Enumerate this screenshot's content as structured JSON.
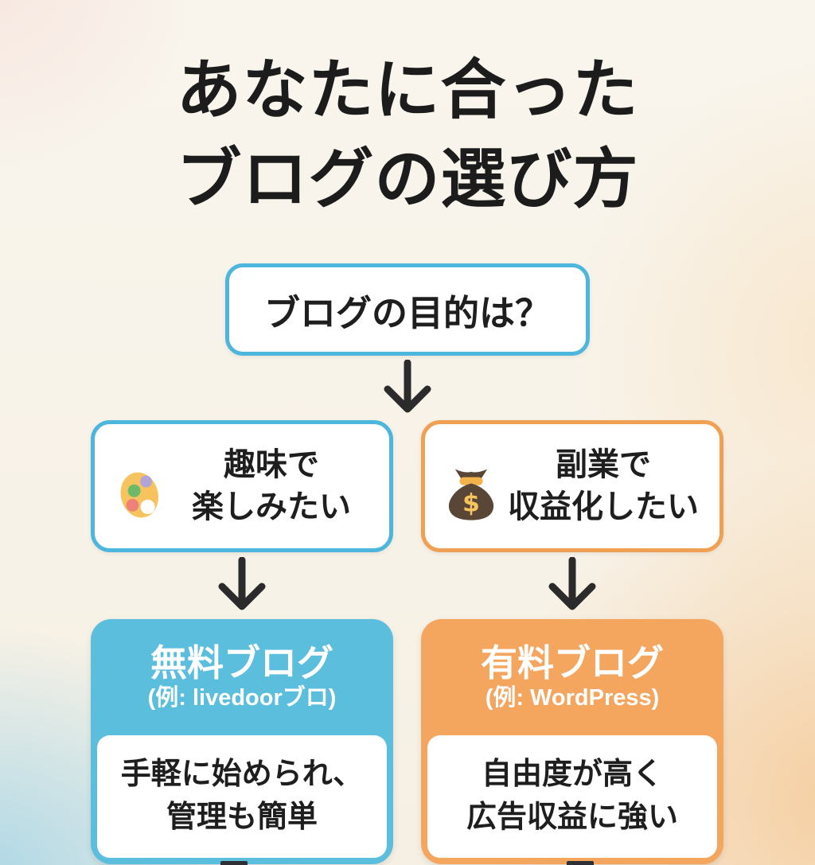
{
  "title": {
    "line1": "あなたに合った",
    "line2": "ブログの選び方"
  },
  "question": {
    "label": "ブログの目的は？"
  },
  "branches": [
    {
      "icon": "palette-icon",
      "line1": "趣味で",
      "line2": "楽しみたい"
    },
    {
      "icon": "money-bag-icon",
      "line1": "副業で",
      "line2": "収益化したい"
    }
  ],
  "results": [
    {
      "title": "無料ブログ",
      "subtitle": "(例: livedoorブロ)",
      "desc_line1": "手軽に始められ、",
      "desc_line2": "管理も簡単"
    },
    {
      "title": "有料ブログ",
      "subtitle": "(例: WordPress)",
      "desc_line1": "自由度が高く",
      "desc_line2": "広告収益に強い"
    }
  ],
  "icons": [
    "palette-icon",
    "money-bag-icon",
    "down-arrow-icon"
  ],
  "colors": {
    "blue_border": "#4db6dc",
    "blue_fill": "#5bbedd",
    "orange_border": "#f0a052",
    "orange_fill": "#f4a55e",
    "arrow": "#2b2b2b",
    "text": "#1e1e1e",
    "title_text": "#1c1c1c",
    "card_header_text": "#ffffff"
  }
}
